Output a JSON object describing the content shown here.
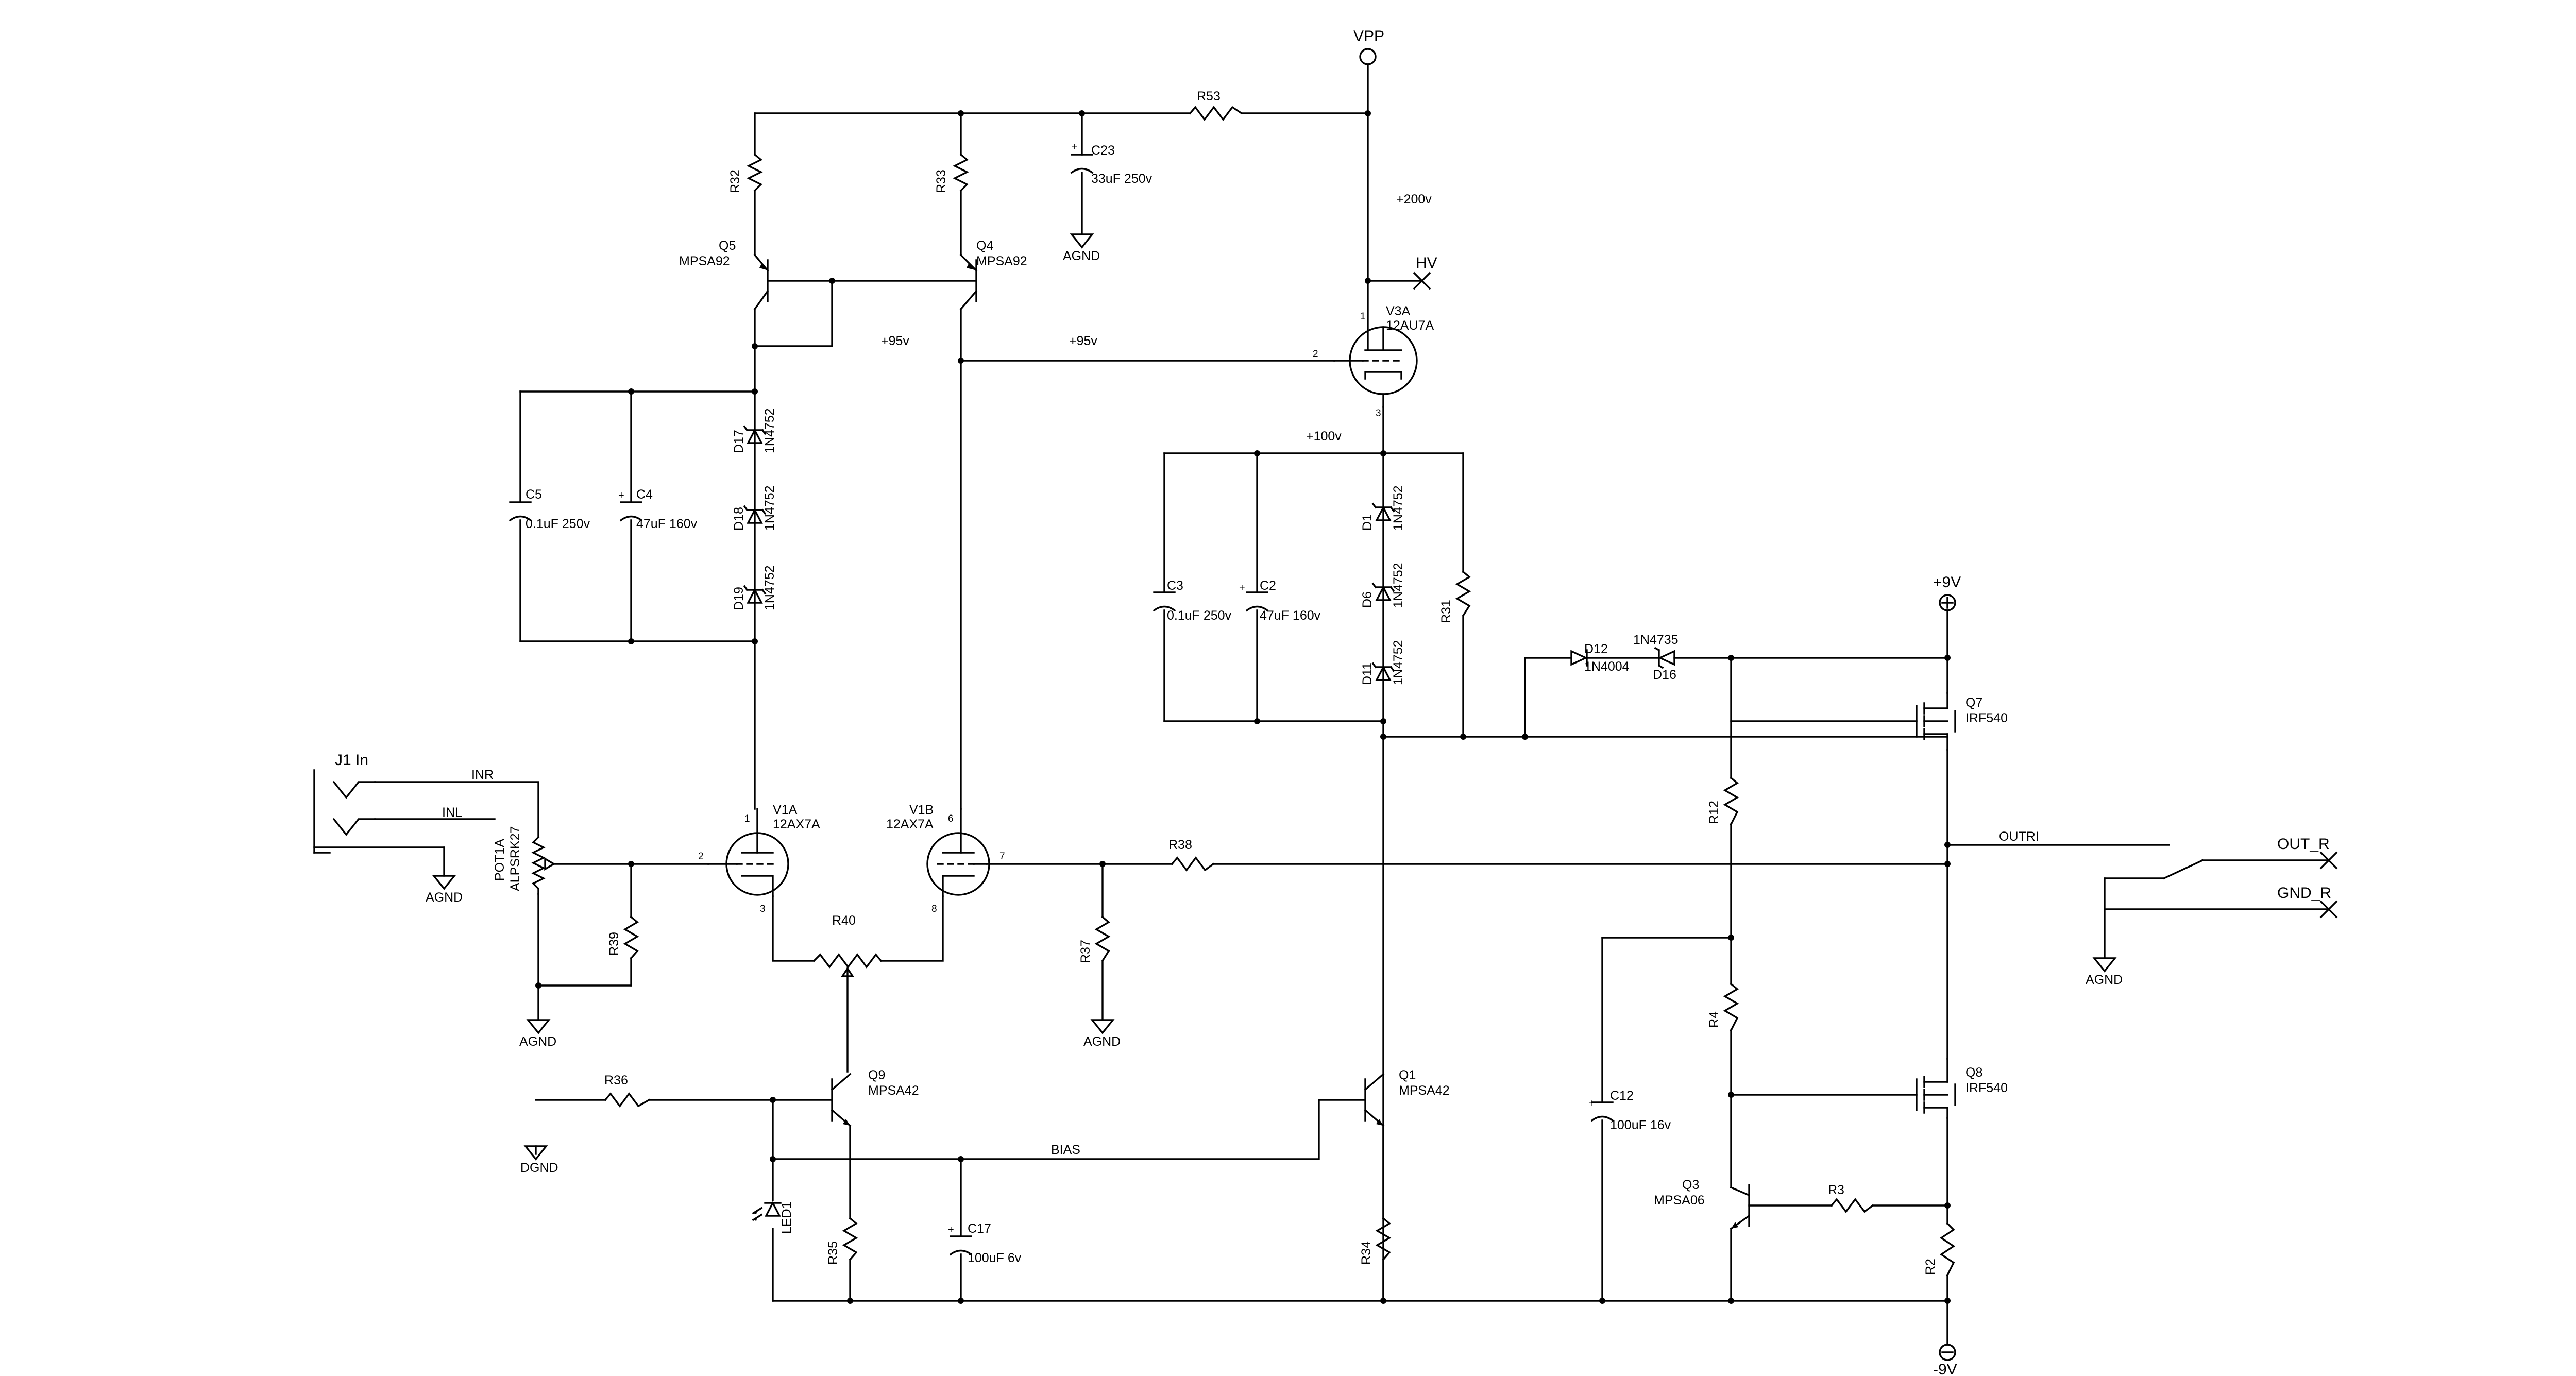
{
  "nets": {
    "vpp": "VPP",
    "hv": "HV",
    "plus200": "+200v",
    "plus95a": "+95v",
    "plus95b": "+95v",
    "plus100": "+100v",
    "plus9": "+9V",
    "minus9": "-9V",
    "inr": "INR",
    "inl": "INL",
    "outri": "OUTRI",
    "out_r": "OUT_R",
    "gnd_r": "GND_R",
    "bias": "BIAS",
    "agnd": "AGND",
    "dgnd": "DGND"
  },
  "components": {
    "j1": "J1 In",
    "pot1a": "POT1A",
    "pot1a_val": "ALPSRK27",
    "r32": "R32",
    "r33": "R33",
    "r53": "R53",
    "c23": "C23",
    "c23_val": "33uF 250v",
    "q5": "Q5",
    "q5_val": "MPSA92",
    "q4": "Q4",
    "q4_val": "MPSA92",
    "v3a": "V3A",
    "v3a_val": "12AU7A",
    "c5": "C5",
    "c5_val": "0.1uF 250v",
    "c4": "C4",
    "c4_val": "47uF 160v",
    "d17": "D17",
    "d18": "D18",
    "d19": "D19",
    "d1": "D1",
    "d6": "D6",
    "d11": "D11",
    "zener": "1N4752",
    "c3": "C3",
    "c3_val": "0.1uF 250v",
    "c2": "C2",
    "c2_val": "47uF 160v",
    "r31": "R31",
    "d12": "D12",
    "d12_val": "1N4004",
    "d16": "D16",
    "d16_val": "1N4735",
    "q7": "Q7",
    "q7_val": "IRF540",
    "q8": "Q8",
    "q8_val": "IRF540",
    "r12": "R12",
    "r4": "R4",
    "v1a": "V1A",
    "v1a_val": "12AX7A",
    "v1b": "V1B",
    "v1b_val": "12AX7A",
    "r38": "R38",
    "r39": "R39",
    "r37": "R37",
    "r40": "R40",
    "r36": "R36",
    "q9": "Q9",
    "q9_val": "MPSA42",
    "q1": "Q1",
    "q1_val": "MPSA42",
    "led1": "LED1",
    "r35": "R35",
    "c17": "C17",
    "c17_val": "100uF 6v",
    "r34": "R34",
    "c12": "C12",
    "c12_val": "100uF 16v",
    "q3": "Q3",
    "q3_val": "MPSA06",
    "r3": "R3",
    "r2": "R2"
  },
  "pins": {
    "v3a_1": "1",
    "v3a_2": "2",
    "v3a_3": "3",
    "v1a_1": "1",
    "v1a_2": "2",
    "v1a_3": "3",
    "v1b_6": "6",
    "v1b_7": "7",
    "v1b_8": "8"
  }
}
